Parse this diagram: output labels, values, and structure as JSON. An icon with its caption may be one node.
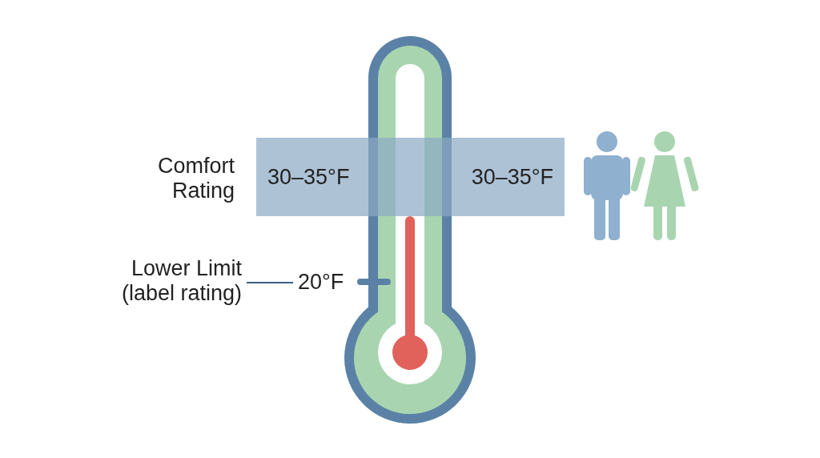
{
  "diagram": {
    "nodes": [
      {
        "text": [
          "30–35°F",
          "30–35°F"
        ]
      },
      {
        "text": [
          "Lower Limit (label rating)"
        ]
      },
      {
        "text": [
          "20°F"
        ]
      }
    ],
    "edges": [
      {
        "from": 1,
        "to": 2,
        "arrow": "none"
      }
    ],
    "labels": [
      "Comfort Rating"
    ]
  }
}
